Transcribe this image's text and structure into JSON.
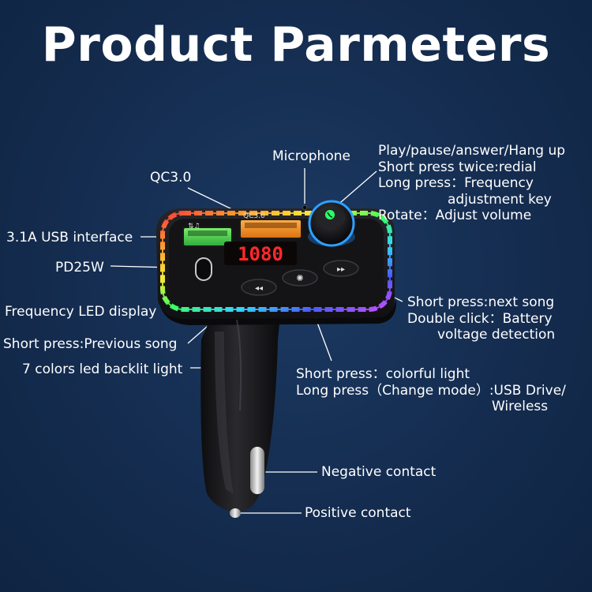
{
  "title": "Product Parmeters",
  "display_reading": "1080",
  "port_labels": {
    "usb_music": "⇅♫",
    "qc": "QC3.0"
  },
  "labels": {
    "microphone": "Microphone",
    "qc30": "QC3.0",
    "usb_interface": "3.1A USB interface",
    "pd25w": "PD25W",
    "freq_led_display": "Frequency LED display",
    "short_press_prev": "Short press:Previous song",
    "backlight": "7 colors led backlit light",
    "knob": [
      "Play/pause/answer/Hang up",
      "Short press twice:redial",
      "Long press：Frequency",
      "adjustment key",
      "Rotate：Adjust volume"
    ],
    "next_song": [
      "Short press:next song",
      "Double click：Battery",
      "voltage detection"
    ],
    "light_button": [
      "Short press：colorful light",
      "Long press（Change mode）:USB Drive/",
      "Wireless"
    ],
    "negative_contact": "Negative contact",
    "positive_contact": "Positive contact"
  }
}
